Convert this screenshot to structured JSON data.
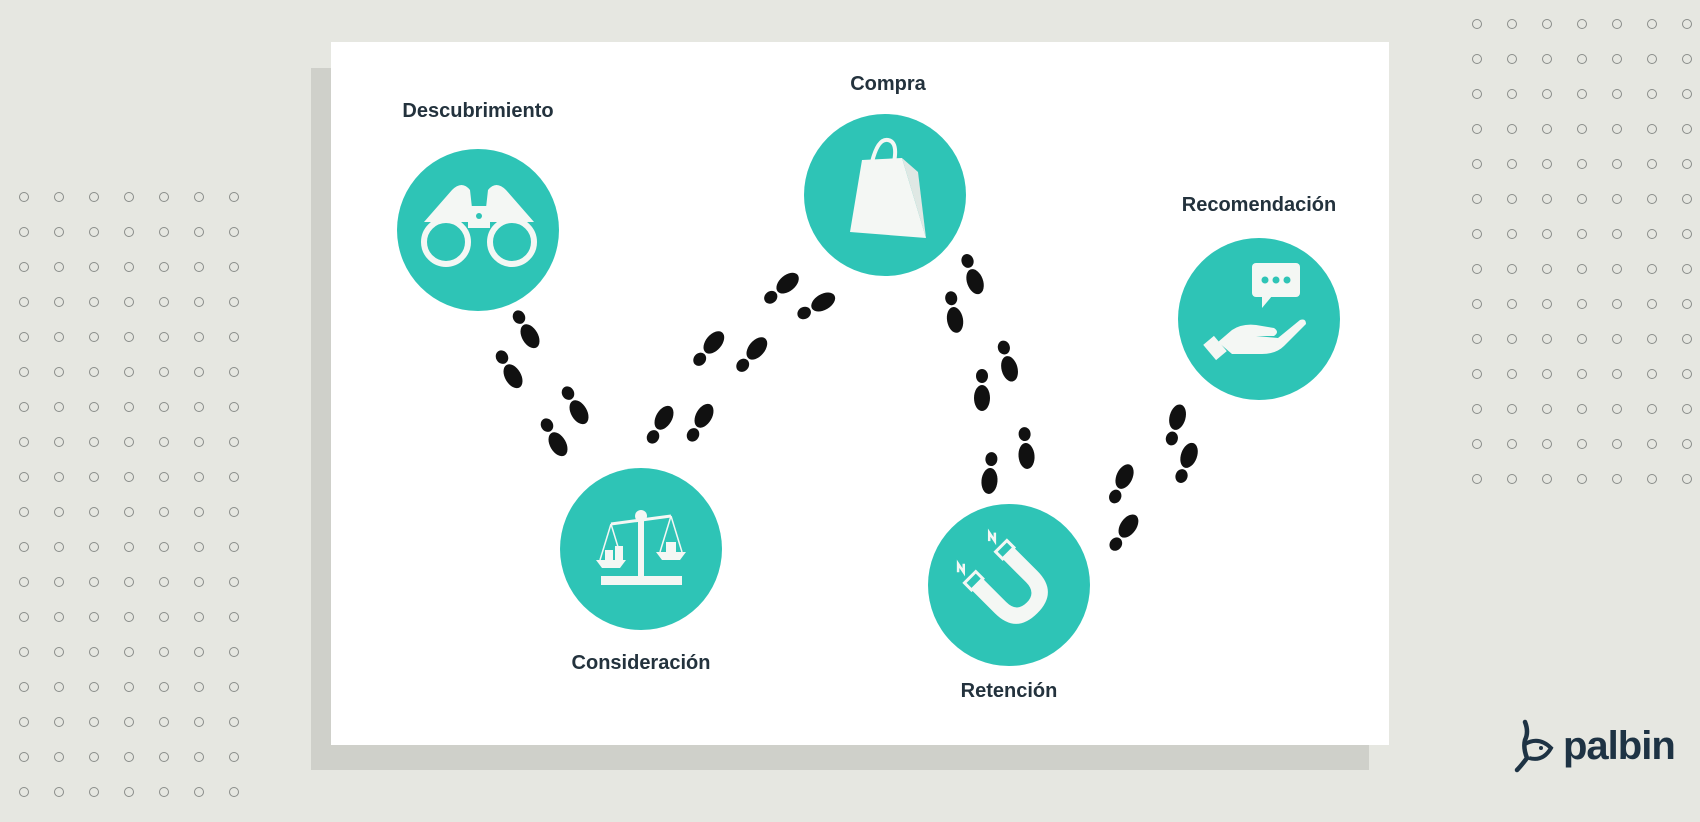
{
  "stages": [
    {
      "id": "descubrimiento",
      "label": "Descubrimiento",
      "icon": "binoculars-icon"
    },
    {
      "id": "compra",
      "label": "Compra",
      "icon": "shopping-bag-icon"
    },
    {
      "id": "recomendacion",
      "label": "Recomendación",
      "icon": "hand-chat-icon"
    },
    {
      "id": "consideracion",
      "label": "Consideración",
      "icon": "balance-scale-icon"
    },
    {
      "id": "retencion",
      "label": "Retención",
      "icon": "magnet-icon"
    }
  ],
  "brand": {
    "name": "palbin"
  },
  "colors": {
    "accent": "#2ec4b6",
    "text": "#23323d",
    "background": "#e6e7e1",
    "icon": "#f4f7f4"
  }
}
